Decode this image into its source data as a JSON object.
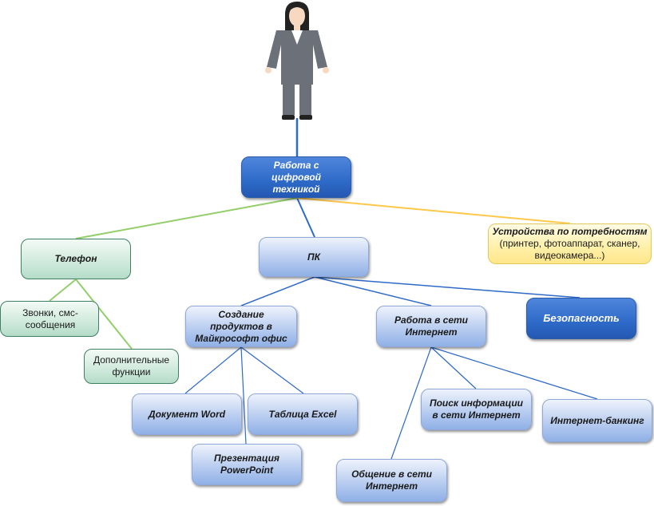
{
  "figure": {
    "icon": "businesswoman-icon"
  },
  "nodes": {
    "root": "Работа с цифровой техникой",
    "phone": "Телефон",
    "calls": "Звонки, смс-сообщения",
    "extra": "Дополнительные функции",
    "pc": "ПК",
    "devices_title": "Устройства по потребностям",
    "devices_sub": "(принтер, фотоаппарат, сканер, видеокамера...)",
    "office": "Создание продуктов в Майкрософт офис",
    "internet": "Работа в сети Интернет",
    "security": "Безопасность",
    "word": "Документ Word",
    "excel": "Таблица Excel",
    "powerpoint": "Презентация PowerPoint",
    "search": "Поиск информации в сети Интернет",
    "banking": "Интернет-банкинг",
    "communication": "Общение в сети Интернет"
  },
  "colors": {
    "blue_line": "#2e6ac8",
    "green_line": "#92cf6a",
    "yellow_line": "#ffc84a"
  }
}
